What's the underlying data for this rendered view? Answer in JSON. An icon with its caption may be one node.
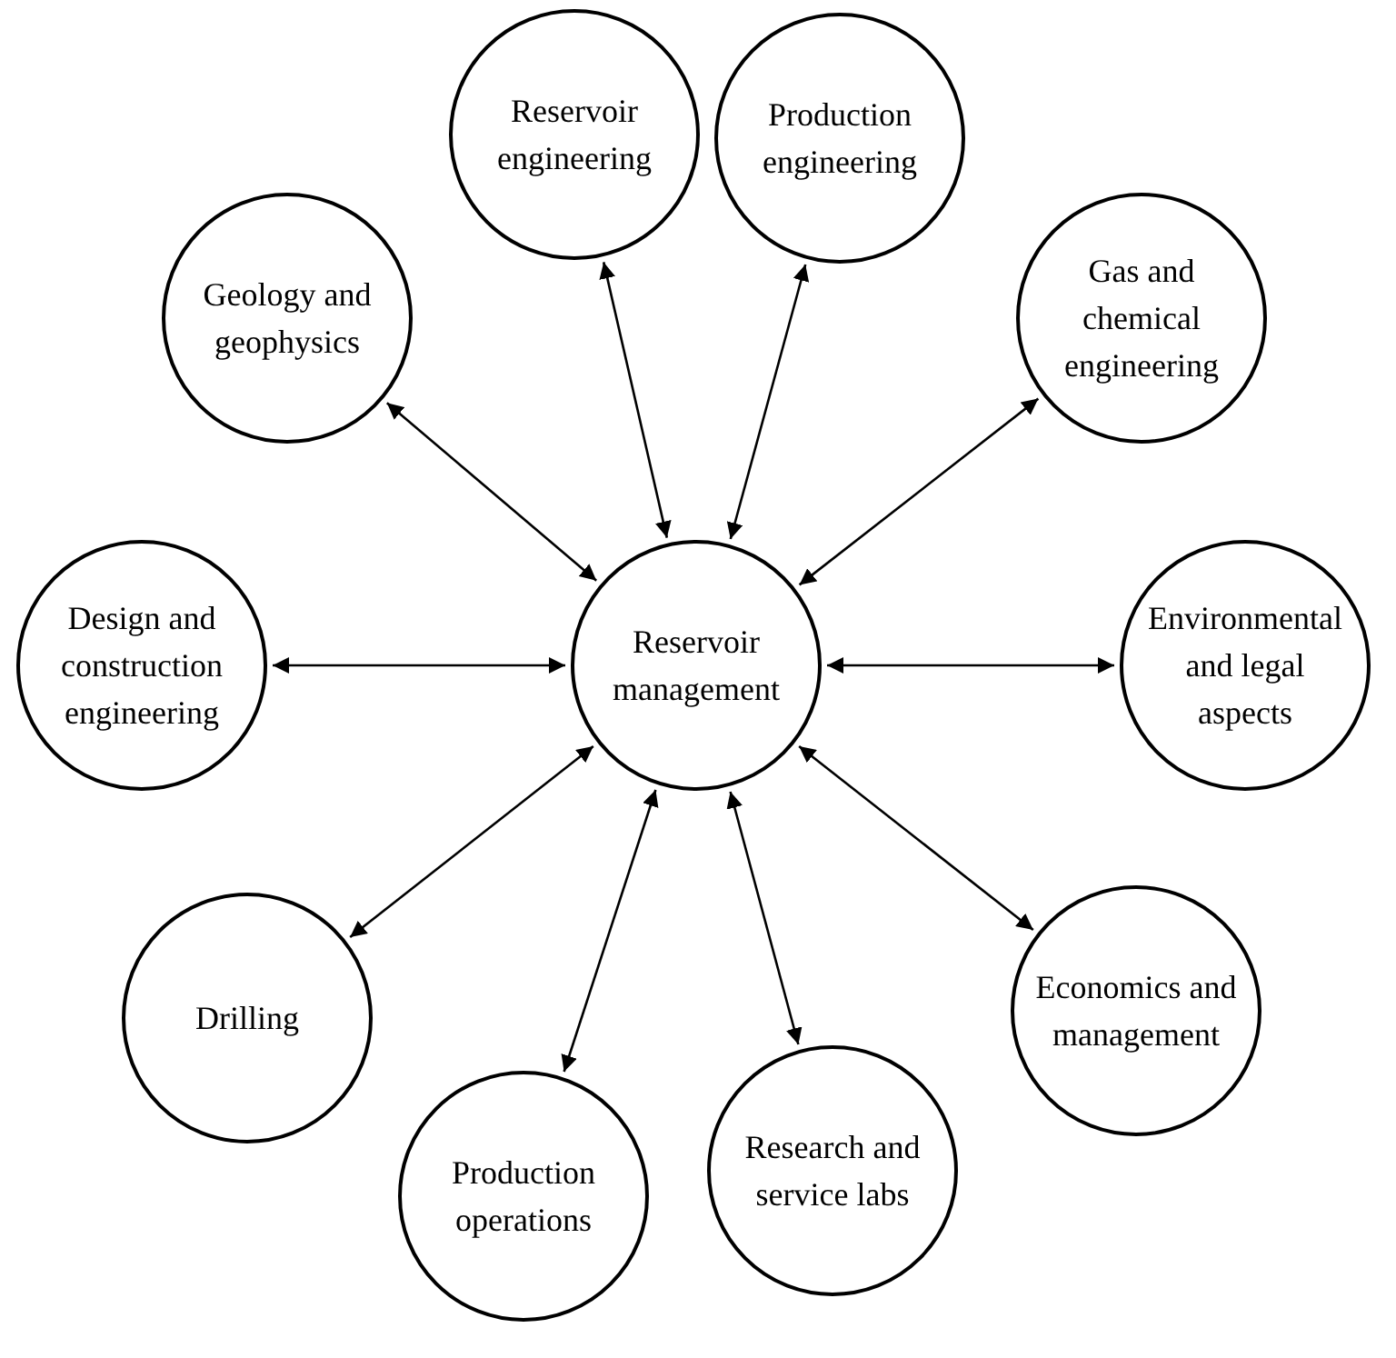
{
  "diagram": {
    "nodes": [
      {
        "text": [
          "Reservoir engineering"
        ]
      },
      {
        "text": [
          "Production engineering"
        ]
      },
      {
        "text": [
          "Geology and geophysics"
        ]
      },
      {
        "text": [
          "Gas and chemical engineering"
        ]
      },
      {
        "text": [
          "Design and construction engineering"
        ]
      },
      {
        "text": [
          "Reservoir management"
        ]
      },
      {
        "text": [
          "Environmental and legal aspects"
        ]
      },
      {
        "text": [
          "Drilling"
        ]
      },
      {
        "text": [
          "Economics and management"
        ]
      },
      {
        "text": [
          "Production operations"
        ]
      },
      {
        "text": [
          "Research and service labs"
        ]
      }
    ],
    "edges": [
      {
        "from": 5,
        "to": 0,
        "arrow": "both"
      },
      {
        "from": 5,
        "to": 1,
        "arrow": "both"
      },
      {
        "from": 5,
        "to": 2,
        "arrow": "both"
      },
      {
        "from": 5,
        "to": 3,
        "arrow": "both"
      },
      {
        "from": 5,
        "to": 4,
        "arrow": "both"
      },
      {
        "from": 5,
        "to": 6,
        "arrow": "both"
      },
      {
        "from": 5,
        "to": 7,
        "arrow": "both"
      },
      {
        "from": 5,
        "to": 8,
        "arrow": "both"
      },
      {
        "from": 5,
        "to": 9,
        "arrow": "both"
      },
      {
        "from": 5,
        "to": 10,
        "arrow": "both"
      }
    ]
  }
}
